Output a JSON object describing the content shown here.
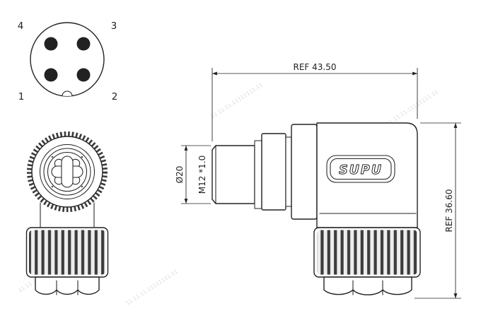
{
  "pin_diagram": {
    "pins": [
      {
        "position": "top-left",
        "label": "4"
      },
      {
        "position": "top-right",
        "label": "3"
      },
      {
        "position": "bottom-left",
        "label": "1"
      },
      {
        "position": "bottom-right",
        "label": "2"
      }
    ]
  },
  "side_view": {
    "brand_label": "SUPU"
  },
  "dimensions": {
    "overall_length": "REF 43.50",
    "overall_height": "REF 36.60",
    "body_diameter": "Ø20",
    "thread_spec": "M12 *1.0"
  },
  "watermark": {
    "text": "11.11.11.11111111.11"
  },
  "colors": {
    "line": "#222222",
    "background": "#ffffff",
    "watermark": "#dcdcdc"
  }
}
